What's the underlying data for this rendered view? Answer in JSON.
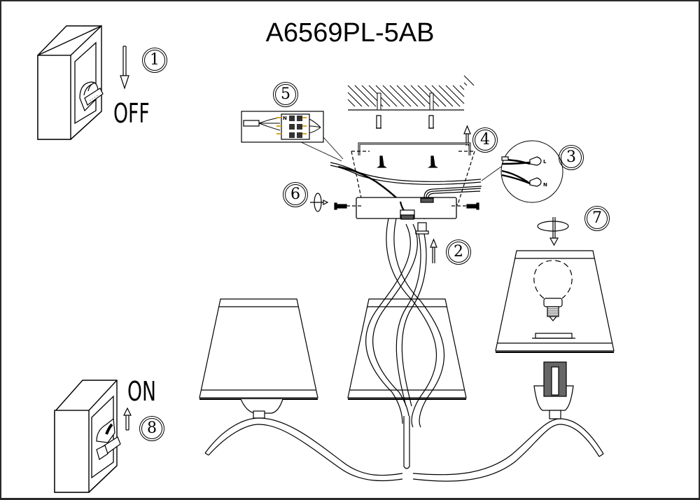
{
  "diagram": {
    "title": "A6569PL-5AB",
    "kind": "installation instructions",
    "switch_off": {
      "label": "OFF",
      "step": "1",
      "arrow": "down"
    },
    "switch_on": {
      "label": "ON",
      "step": "8",
      "arrow": "up"
    },
    "steps": [
      {
        "number": "1",
        "meaning": "switch power off"
      },
      {
        "number": "2",
        "meaning": "attach canopy to fixture stem"
      },
      {
        "number": "3",
        "meaning": "connect L / N wires"
      },
      {
        "number": "4",
        "meaning": "mount bracket to ceiling"
      },
      {
        "number": "5",
        "meaning": "terminal block wiring"
      },
      {
        "number": "6",
        "meaning": "fasten canopy screws"
      },
      {
        "number": "7",
        "meaning": "install bulb and shade"
      },
      {
        "number": "8",
        "meaning": "switch power on"
      }
    ],
    "wire_labels": {
      "live": "L",
      "neutral": "N"
    },
    "terminal_label": "N"
  },
  "colors": {
    "line": "#000000",
    "background": "#ffffff",
    "frame": "#2a2a2a",
    "wire_accent": "#d9a520",
    "thread": "#555555"
  }
}
